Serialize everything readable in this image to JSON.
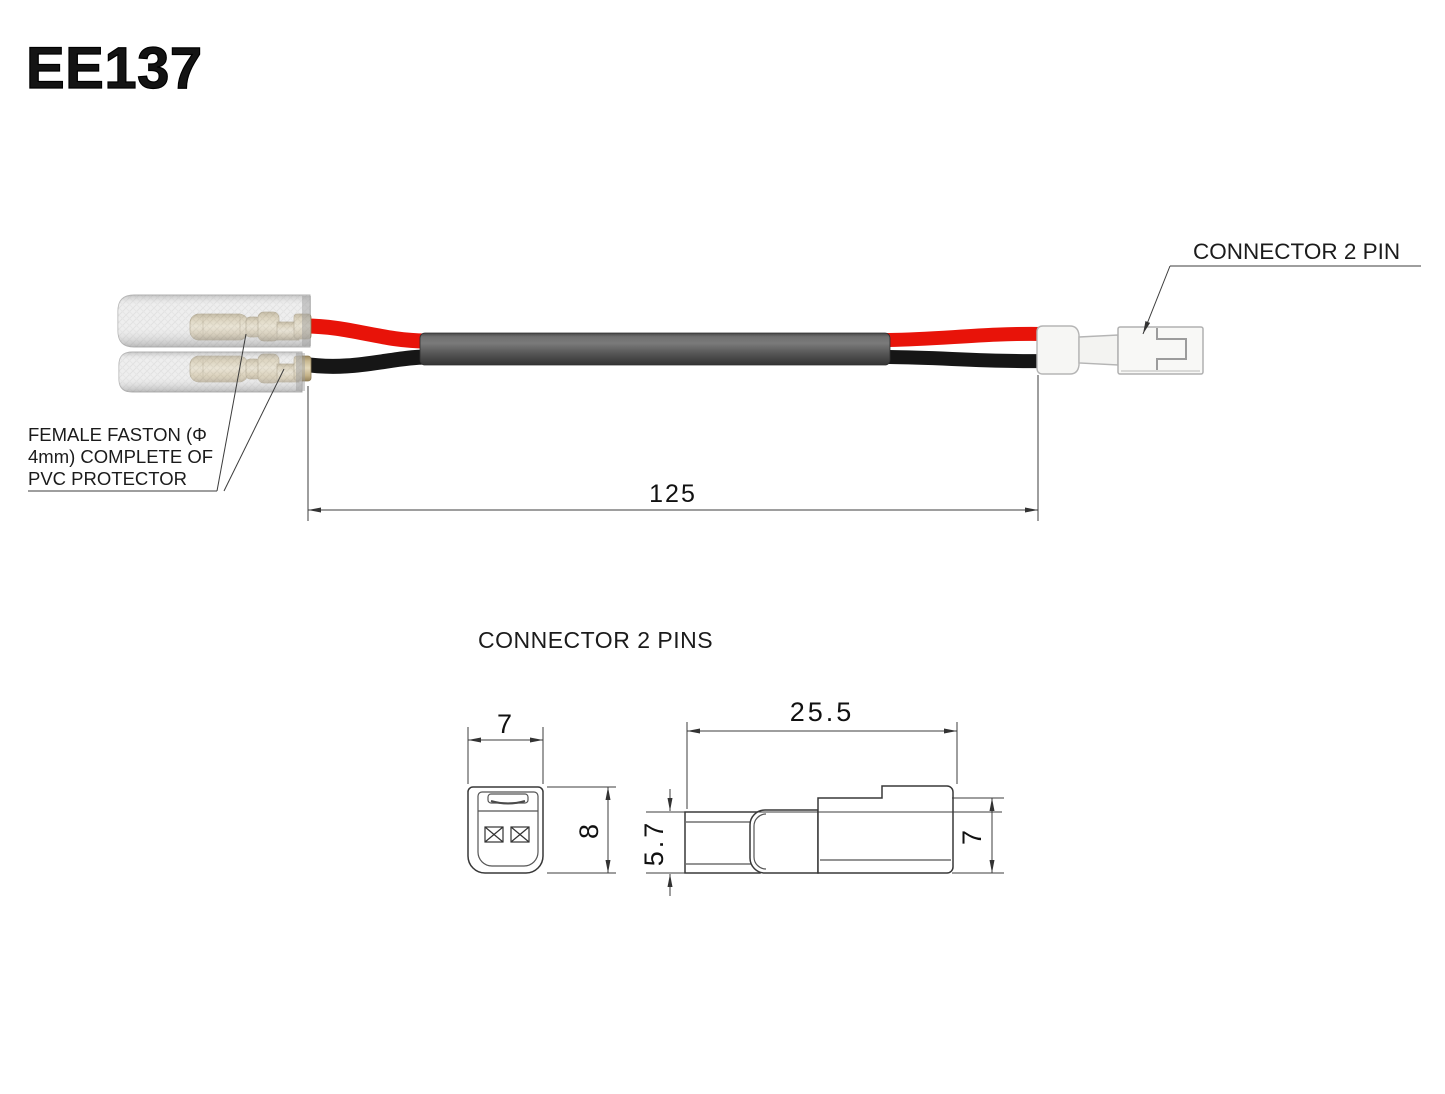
{
  "title": "EE137",
  "labels": {
    "connector_2_pin": "CONNECTOR 2 PIN",
    "female_faston_lines": [
      "FEMALE FASTON (Φ",
      "4mm) COMPLETE OF",
      "PVC PROTECTOR"
    ]
  },
  "dimensions": {
    "cable_length_mm": "125"
  },
  "detail": {
    "heading": "CONNECTOR 2 PINS",
    "front_view": {
      "width_mm": "7",
      "height_mm": "8"
    },
    "side_view": {
      "length_mm": "25.5",
      "tip_height_mm": "5.7",
      "body_height_mm": "7"
    }
  },
  "colors": {
    "wire_red": "#e81309",
    "wire_black": "#161616",
    "sleeve_gray": "#5c5c5c",
    "terminal_brass": "#cbbc9c",
    "pvc_protector": "#ececec",
    "connector_white": "#f7f7f5",
    "line_color": "#333333"
  }
}
